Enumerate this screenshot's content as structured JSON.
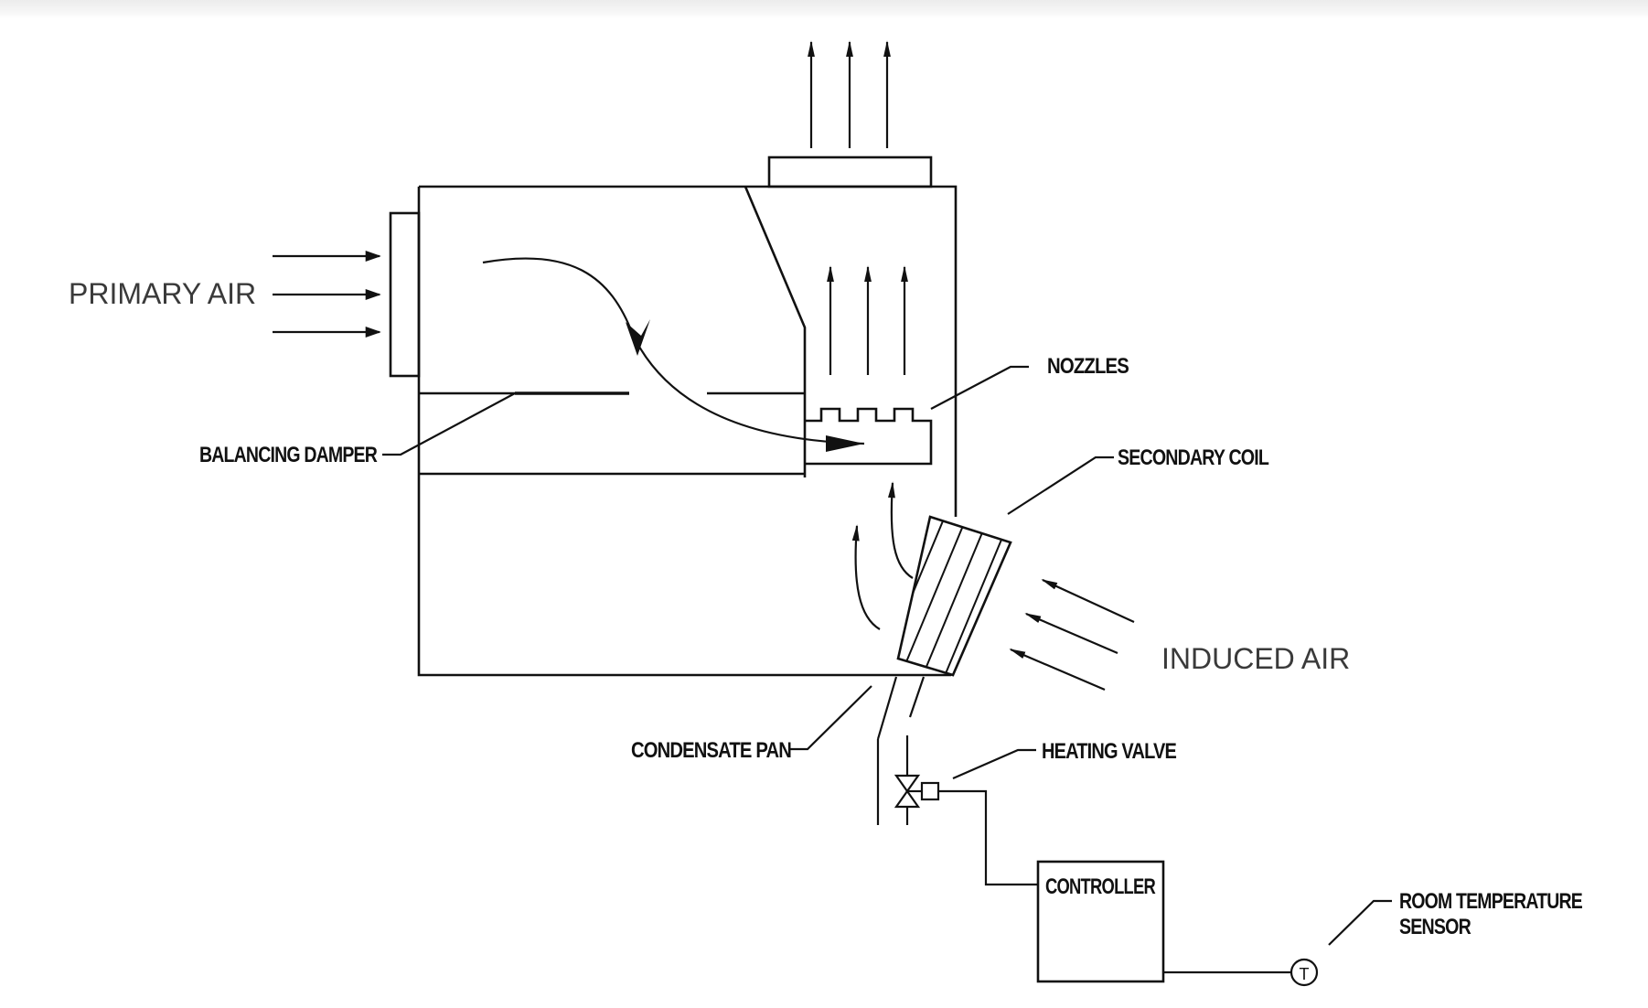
{
  "labels": {
    "primary_air": "PRIMARY AIR",
    "balancing_damper": "BALANCING DAMPER",
    "nozzles": "NOZZLES",
    "secondary_coil": "SECONDARY COIL",
    "induced_air": "INDUCED AIR",
    "condensate_pan": "CONDENSATE PAN",
    "heating_valve": "HEATING VALVE",
    "controller": "CONTROLLER",
    "room_temperature_sensor_line1": "ROOM TEMPERATURE",
    "room_temperature_sensor_line2": "SENSOR",
    "sensor_symbol": "T"
  },
  "colors": {
    "line": "#111111",
    "large_label": "#3a3a3a",
    "background": "#ffffff"
  }
}
